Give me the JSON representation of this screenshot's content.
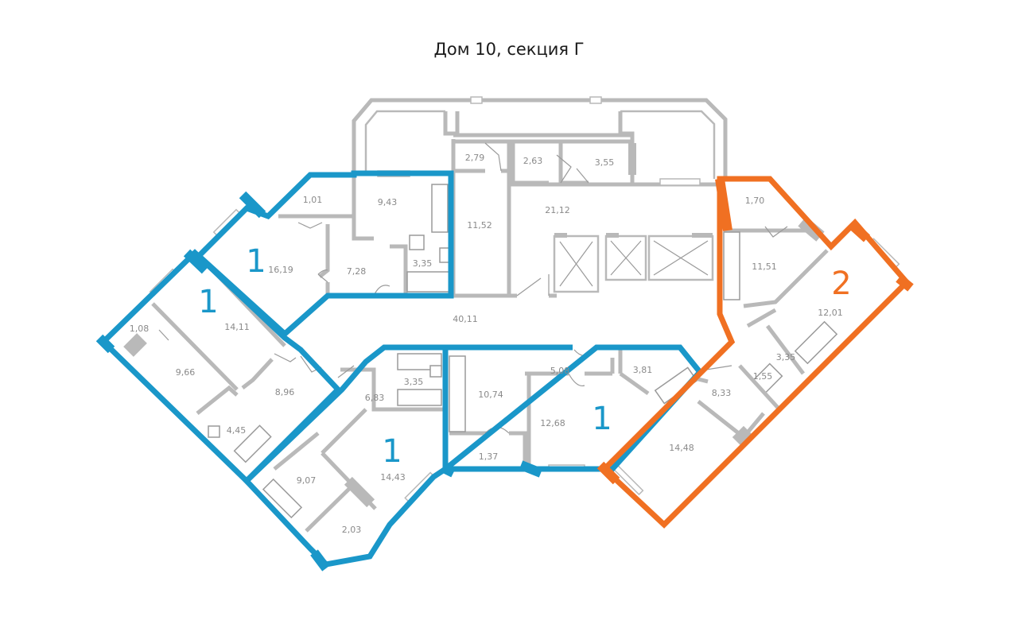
{
  "title": "Дом 10, секция Г",
  "colors": {
    "one_room": "#1a97c9",
    "two_room": "#f07022",
    "walls": "#b9b9b9",
    "labels": "#8a8a8a"
  },
  "apartments": [
    {
      "id": "apt-a",
      "rooms": "1",
      "type": "one_room"
    },
    {
      "id": "apt-b",
      "rooms": "1",
      "type": "one_room"
    },
    {
      "id": "apt-c",
      "rooms": "1",
      "type": "one_room"
    },
    {
      "id": "apt-d",
      "rooms": "1",
      "type": "one_room"
    },
    {
      "id": "apt-e",
      "rooms": "2",
      "type": "two_room"
    }
  ],
  "areas": {
    "a1_01": "1,01",
    "a9_43": "9,43",
    "a16_19": "16,19",
    "a7_28": "7,28",
    "a3_35_a": "3,35",
    "a14_11": "14,11",
    "a1_08": "1,08",
    "a9_66": "9,66",
    "a8_96": "8,96",
    "a4_45": "4,45",
    "a6_83": "6,83",
    "a3_35_b": "3,35",
    "a9_07": "9,07",
    "a14_43": "14,43",
    "a2_03": "2,03",
    "a10_74": "10,74",
    "a1_37": "1,37",
    "a5_08": "5,08",
    "a3_81": "3,81",
    "a12_68": "12,68",
    "a1_70": "1,70",
    "a11_51": "11,51",
    "a12_01": "12,01",
    "a3_35_c": "3,35",
    "a1_55": "1,55",
    "a8_33": "8,33",
    "a14_48": "14,48",
    "a2_79": "2,79",
    "a2_63": "2,63",
    "a3_55": "3,55",
    "a11_52": "11,52",
    "a21_12": "21,12",
    "a40_11": "40,11"
  }
}
